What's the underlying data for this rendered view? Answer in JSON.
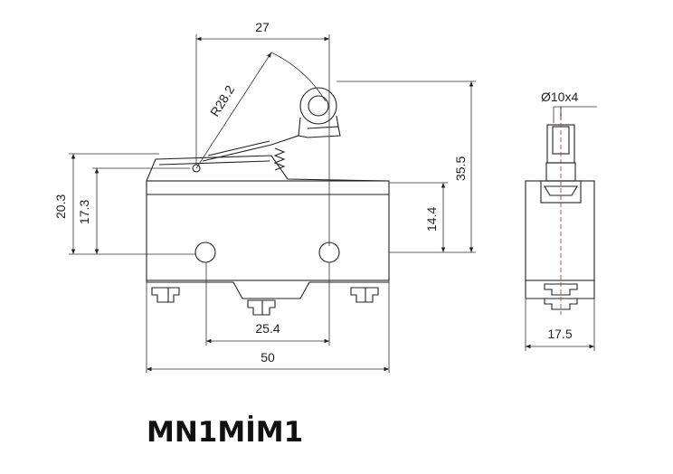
{
  "model": "MN1MİM1",
  "dimensions": {
    "top_width": "27",
    "radius": "R28.2",
    "height_total": "35.5",
    "height_left_outer": "20.3",
    "height_left_inner": "17.3",
    "height_right_body": "14.4",
    "hole_spacing": "25.4",
    "body_width": "50",
    "roller_diameter": "Ø10x4",
    "side_width": "17.5"
  }
}
